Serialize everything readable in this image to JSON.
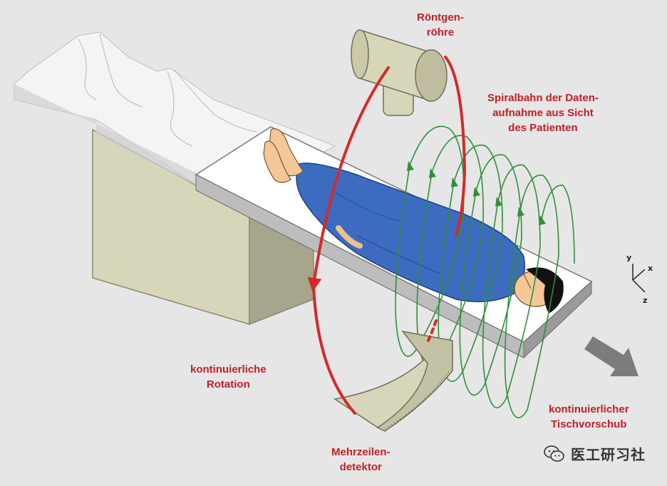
{
  "labels": {
    "tube": [
      "Röntgen-",
      "röhre"
    ],
    "spiral": [
      "Spiralbahn der Daten-",
      "aufnahme aus Sicht",
      "des Patienten"
    ],
    "rotation": [
      "kontinuierliche",
      "Rotation"
    ],
    "detector": [
      "Mehrzeilen-",
      "detektor"
    ],
    "table_feed": [
      "kontinuierlicher",
      "Tischvorschub"
    ]
  },
  "axes": {
    "y": "y",
    "x": "x",
    "z": "z"
  },
  "watermark": {
    "text": "医工研习社",
    "icon": "wechat-icon"
  },
  "colors": {
    "label_red": "#c0202a",
    "rotation_arrow": "#d42a2a",
    "spiral": "#2f8f3a",
    "patient": "#3d6bc0",
    "device": "#d8d6b8",
    "feed_arrow": "#7c7c7c"
  }
}
